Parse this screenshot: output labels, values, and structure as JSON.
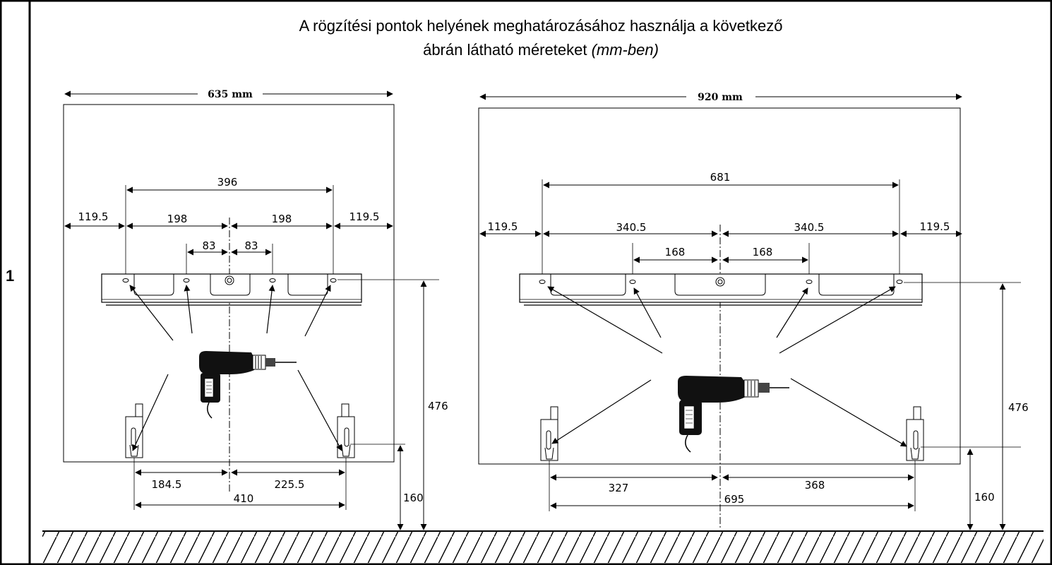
{
  "caption": {
    "line1": "A rögzítési pontok helyének meghatározásához használja a következő",
    "line2_main": "ábrán látható méreteket ",
    "line2_italic": "(mm-ben)"
  },
  "step_number": "1",
  "left_diagram": {
    "width_label": "635 mm",
    "span_label": "396",
    "left_margin": "119.5",
    "right_margin": "119.5",
    "half_left": "198",
    "half_right": "198",
    "inner_left": "83",
    "inner_right": "83",
    "height_label": "476",
    "foot_height": "160",
    "bottom_left": "184.5",
    "bottom_right": "225.5",
    "bottom_total": "410"
  },
  "right_diagram": {
    "width_label": "920 mm",
    "span_label": "681",
    "left_margin": "119.5",
    "right_margin": "119.5",
    "half_left": "340.5",
    "half_right": "340.5",
    "inner_left": "168",
    "inner_right": "168",
    "height_label": "476",
    "foot_height": "160",
    "bottom_left": "327",
    "bottom_right": "368",
    "bottom_total": "695"
  }
}
